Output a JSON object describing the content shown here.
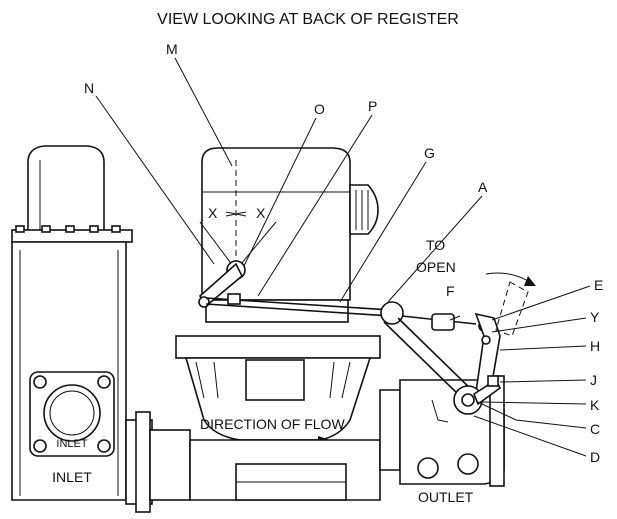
{
  "title": "VIEW LOOKING AT BACK OF REGISTER",
  "callouts": {
    "M": "M",
    "N": "N",
    "O": "O",
    "P": "P",
    "G": "G",
    "A": "A",
    "E": "E",
    "F": "F",
    "Y": "Y",
    "H": "H",
    "J": "J",
    "K": "K",
    "C": "C",
    "D": "D"
  },
  "annotations": {
    "to_open_line1": "TO",
    "to_open_line2": "OPEN",
    "x_left": "X",
    "x_right": "X",
    "direction_of_flow": "DIRECTION OF FLOW",
    "inlet_plate": "INLET",
    "inlet": "INLET",
    "outlet": "OUTLET"
  },
  "colors": {
    "ink": "#111111",
    "paper": "#ffffff"
  }
}
